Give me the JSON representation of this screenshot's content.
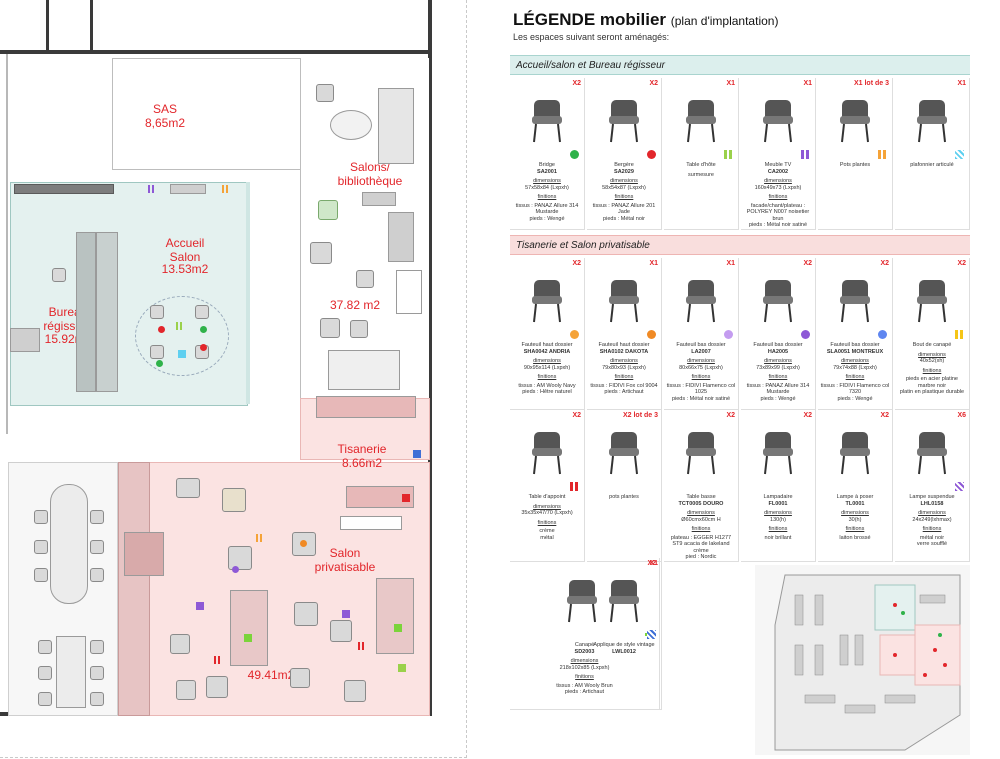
{
  "plan": {
    "rooms": {
      "sas": {
        "name": "SAS",
        "area": "8,65m2"
      },
      "salons": {
        "name": "Salons/\nbibliothèque",
        "area": "37.82 m2"
      },
      "accueil": {
        "name": "Accueil\nSalon",
        "area": "13.53m2"
      },
      "bureau": {
        "name": "Bureau\nrégisseur",
        "area": "15.92m2"
      },
      "tisanerie": {
        "name": "Tisanerie",
        "area": "8.66m2"
      },
      "salon_priv": {
        "name": "Salon\nprivatisable",
        "area": "49.41m2"
      }
    }
  },
  "legend": {
    "title": "LÉGENDE mobilier",
    "title_suffix": "(plan d'implantation)",
    "subtitle": "Les espaces suivant seront aménagés:",
    "sections": [
      {
        "label": "Accueil/salon et Bureau régisseur"
      },
      {
        "label": "Tisanerie et Salon privatisable"
      }
    ],
    "items": [
      {
        "qty": "X2",
        "name": "Bridge",
        "code": "SA2001",
        "dim_label": "dimensions",
        "dim": "57x58x84 (Lxpxh)",
        "fin_label": "finitions",
        "finish": "tissus : PANAZ Allure 314 Mustarde\npieds : Wengé",
        "icon": "green-dot",
        "color": "#2fb24a"
      },
      {
        "qty": "X2",
        "name": "Bergère",
        "code": "SA2029",
        "dim_label": "dimensions",
        "dim": "58x54x87 (Lxpxh)",
        "fin_label": "finitions",
        "finish": "tissus : PANAZ Allure 201 Jade\npieds : Métal noir",
        "icon": "red-dot",
        "color": "#e2262b"
      },
      {
        "qty": "X1",
        "name": "Table d'hôte",
        "code": "",
        "dim_label": "",
        "dim": "",
        "fin_label": "",
        "finish": "surmesure",
        "icon": "green-bars",
        "color": "#9ad14b"
      },
      {
        "qty": "X1",
        "name": "Meuble TV",
        "code": "CA2002",
        "dim_label": "dimensions",
        "dim": "160x49x73 (Lxpxh)",
        "fin_label": "finitions",
        "finish": "facade/chant/plateau :\nPOLYREY N007 noisetier brun\npieds : Métal noir satiné",
        "icon": "purple-bars",
        "color": "#8e59d6"
      },
      {
        "qty": "X1 lot de 3",
        "name": "Pots plantes",
        "code": "",
        "dim_label": "",
        "dim": "",
        "fin_label": "",
        "finish": "",
        "icon": "orange-bars",
        "color": "#f5a338"
      },
      {
        "qty": "X1",
        "name": "plafonnier articulé",
        "code": "",
        "dim_label": "",
        "dim": "",
        "fin_label": "",
        "finish": "",
        "icon": "cyan-diag",
        "color": "#5fd0f0"
      },
      {
        "qty": "X2",
        "name": "Fauteuil haut dossier",
        "code": "SHA0042 ANDRIA",
        "dim_label": "dimensions",
        "dim": "90x95x114 (Lxpxh)",
        "fin_label": "finitions",
        "finish": "tissus : AM Wooly Navy\npieds : Hêtre naturel",
        "icon": "orange-dot-small",
        "color": "#f5a338"
      },
      {
        "qty": "X1",
        "name": "Fauteuil haut dossier",
        "code": "SHA0102 DAKOTA",
        "dim_label": "dimensions",
        "dim": "79x80x93 (Lxpxh)",
        "fin_label": "finitions",
        "finish": "tissus : FIDIVI Fox col 9004\npieds : Artichaut",
        "icon": "orange-dot",
        "color": "#f08a24"
      },
      {
        "qty": "X1",
        "name": "Fauteuil bas dossier",
        "code": "LA2007",
        "dim_label": "dimensions",
        "dim": "80x66x75 (Lxpxh)",
        "fin_label": "finitions",
        "finish": "tissus : FIDIVI Flamenco col 1025\npieds : Métal noir satiné",
        "icon": "lavender-dot",
        "color": "#c49cf0"
      },
      {
        "qty": "X2",
        "name": "Fauteuil bas dossier",
        "code": "HA2005",
        "dim_label": "dimensions",
        "dim": "73x89x99 (Lxpxh)",
        "fin_label": "finitions",
        "finish": "tissus : PANAZ Allure 314 Mustarde\npieds : Wengé",
        "icon": "purple-dot",
        "color": "#8e59d6"
      },
      {
        "qty": "X2",
        "name": "Fauteuil bas dossier",
        "code": "SLA0051 MONTREUX",
        "dim_label": "dimensions",
        "dim": "79x74x88 (Lxpxh)",
        "fin_label": "finitions",
        "finish": "tissus : FIDIVI Flamenco col 7320\npieds : Wengé",
        "icon": "blue-dot",
        "color": "#5f86f0"
      },
      {
        "qty": "X2",
        "name": "Bout de canapé",
        "code": "",
        "dim_label": "dimensions",
        "dim": "40x52(xh)",
        "fin_label": "finitions",
        "finish": "pieds en acier platine marbre noir\nplatin en plastique durable",
        "icon": "yellow-bars",
        "color": "#f5c518"
      },
      {
        "qty": "X2",
        "name": "Table d'appoint",
        "code": "",
        "dim_label": "dimensions",
        "dim": "35x35x47/70 (Lxpxh)",
        "fin_label": "finitions",
        "finish": "crème\nmétal",
        "icon": "red-bars",
        "color": "#e2262b"
      },
      {
        "qty": "X2 lot de 3",
        "name": "pots plantes",
        "code": "",
        "dim_label": "",
        "dim": "",
        "fin_label": "",
        "finish": "",
        "icon": "",
        "color": "#ffffff"
      },
      {
        "qty": "X2",
        "name": "Table basse",
        "code": "TCT0005 DOURO",
        "dim_label": "dimensions",
        "dim": "Ø60cmx60cm H",
        "fin_label": "finitions",
        "finish": "plateau : EGGER H1277 ST9 acacia de lakeland crème\npied : Nordic",
        "icon": "",
        "color": "#ffffff"
      },
      {
        "qty": "X2",
        "name": "Lampadaire",
        "code": "FL0001",
        "dim_label": "dimensions",
        "dim": "130(h)",
        "fin_label": "finitions",
        "finish": "noir brillant",
        "icon": "",
        "color": "#ffffff"
      },
      {
        "qty": "X2",
        "name": "Lampe à poser",
        "code": "TL0001",
        "dim_label": "dimensions",
        "dim": "30(h)",
        "fin_label": "finitions",
        "finish": "laiton brossé",
        "icon": "",
        "color": "#ffffff"
      },
      {
        "qty": "X6",
        "name": "Lampe suspendue",
        "code": "LHL0158",
        "dim_label": "dimensions",
        "dim": "24x249(lxhmax)",
        "fin_label": "finitions",
        "finish": "métal noir\nverre soufflé",
        "icon": "purple-diag",
        "color": "#8e59d6"
      },
      {
        "qty": "X2",
        "name": "Canapé",
        "code": "SD2003",
        "dim_label": "dimensions",
        "dim": "218x102x85 (Lxpxh)",
        "fin_label": "finitions",
        "finish": "tissus : AM Wooly Brun\npieds : Artichaut",
        "icon": "green-plus",
        "color": "#7bd43a"
      },
      {
        "qty": "X1",
        "name": "Applique de style vintage",
        "code": "LWL0012",
        "dim_label": "",
        "dim": "",
        "fin_label": "",
        "finish": "",
        "icon": "blue-diag",
        "color": "#3f6fd6"
      }
    ]
  }
}
